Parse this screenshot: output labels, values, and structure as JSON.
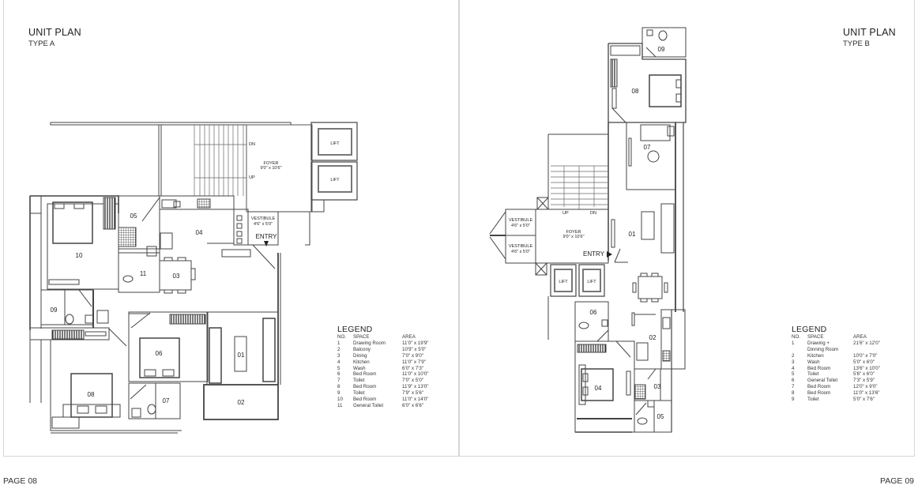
{
  "left_page": {
    "title": "UNIT PLAN",
    "subtitle": "TYPE A",
    "page_number": "PAGE 08",
    "plan_labels": {
      "foyer": "FOYER",
      "foyer_size": "9'0\" x 10'6\"",
      "dn": "DN",
      "up": "UP",
      "lift1": "LIFT",
      "lift2": "LIFT",
      "vestibule": "VESTIBULE",
      "vestibule_size": "4'6\" x 5'0\"",
      "entry": "ENTRY",
      "rooms": [
        "01",
        "02",
        "03",
        "04",
        "05",
        "06",
        "07",
        "08",
        "09",
        "10",
        "11"
      ]
    },
    "legend": {
      "title": "LEGEND",
      "headers": {
        "no": "NO.",
        "space": "SPACE",
        "area": "AREA"
      },
      "rows": [
        {
          "no": "1",
          "space": "Drawing Room",
          "area": "11'0\" x 19'9\""
        },
        {
          "no": "2",
          "space": "Balcony",
          "area": "10'9\" x 5'0\""
        },
        {
          "no": "3",
          "space": "Dining",
          "area": "7'0\" x 9'0\""
        },
        {
          "no": "4",
          "space": "Kitchen",
          "area": "11'0\" x 7'9\""
        },
        {
          "no": "5",
          "space": "Wash",
          "area": "6'0\" x 7'3\""
        },
        {
          "no": "6",
          "space": "Bed Room",
          "area": "11'0\" x 10'0\""
        },
        {
          "no": "7",
          "space": "Toilet",
          "area": "7'0\" x 5'0\""
        },
        {
          "no": "8",
          "space": "Bed Room",
          "area": "11'9\" x 13'0\""
        },
        {
          "no": "9",
          "space": "Toilet",
          "area": "7'9\" x 5'6\""
        },
        {
          "no": "10",
          "space": "Bed Room",
          "area": "11'0\" x 14'0\""
        },
        {
          "no": "11",
          "space": "General Toilet",
          "area": "6'0\" x 6'6\""
        }
      ]
    }
  },
  "right_page": {
    "title": "UNIT PLAN",
    "subtitle": "TYPE B",
    "page_number": "PAGE 09",
    "plan_labels": {
      "foyer": "FOYER",
      "foyer_size": "9'0\" x 10'6\"",
      "dn": "DN",
      "up": "UP",
      "lift1": "LIFT",
      "lift2": "LIFT",
      "vestibule1": "VESTIBULE",
      "vestibule1_size": "4'6\" x 5'0\"",
      "vestibule2": "VESTIBULE",
      "vestibule2_size": "4'6\" x 5'0\"",
      "entry": "ENTRY",
      "rooms": [
        "01",
        "02",
        "03",
        "04",
        "05",
        "06",
        "07",
        "08",
        "09"
      ]
    },
    "legend": {
      "title": "LEGEND",
      "headers": {
        "no": "NO.",
        "space": "SPACE",
        "area": "AREA"
      },
      "rows": [
        {
          "no": "1",
          "space": "Drawing +",
          "area": "21'6\" x 12'0\""
        },
        {
          "no": "",
          "space": "Dinning Room",
          "area": ""
        },
        {
          "no": "2",
          "space": "Kitchen",
          "area": "10'0\" x 7'0\""
        },
        {
          "no": "3",
          "space": "Wash",
          "area": "5'0\" x 6'0\""
        },
        {
          "no": "4",
          "space": "Bed Room",
          "area": "13'6\" x 10'0\""
        },
        {
          "no": "5",
          "space": "Toilet",
          "area": "5'6\" x 6'0\""
        },
        {
          "no": "6",
          "space": "General Toilet",
          "area": "7'3\" x 5'9\""
        },
        {
          "no": "7",
          "space": "Bed Room",
          "area": "12'0\" x 9'0\""
        },
        {
          "no": "8",
          "space": "Bed Room",
          "area": "11'0\" x 13'6\""
        },
        {
          "no": "9",
          "space": "Toilet",
          "area": "5'0\" x 7'6\""
        }
      ]
    }
  }
}
